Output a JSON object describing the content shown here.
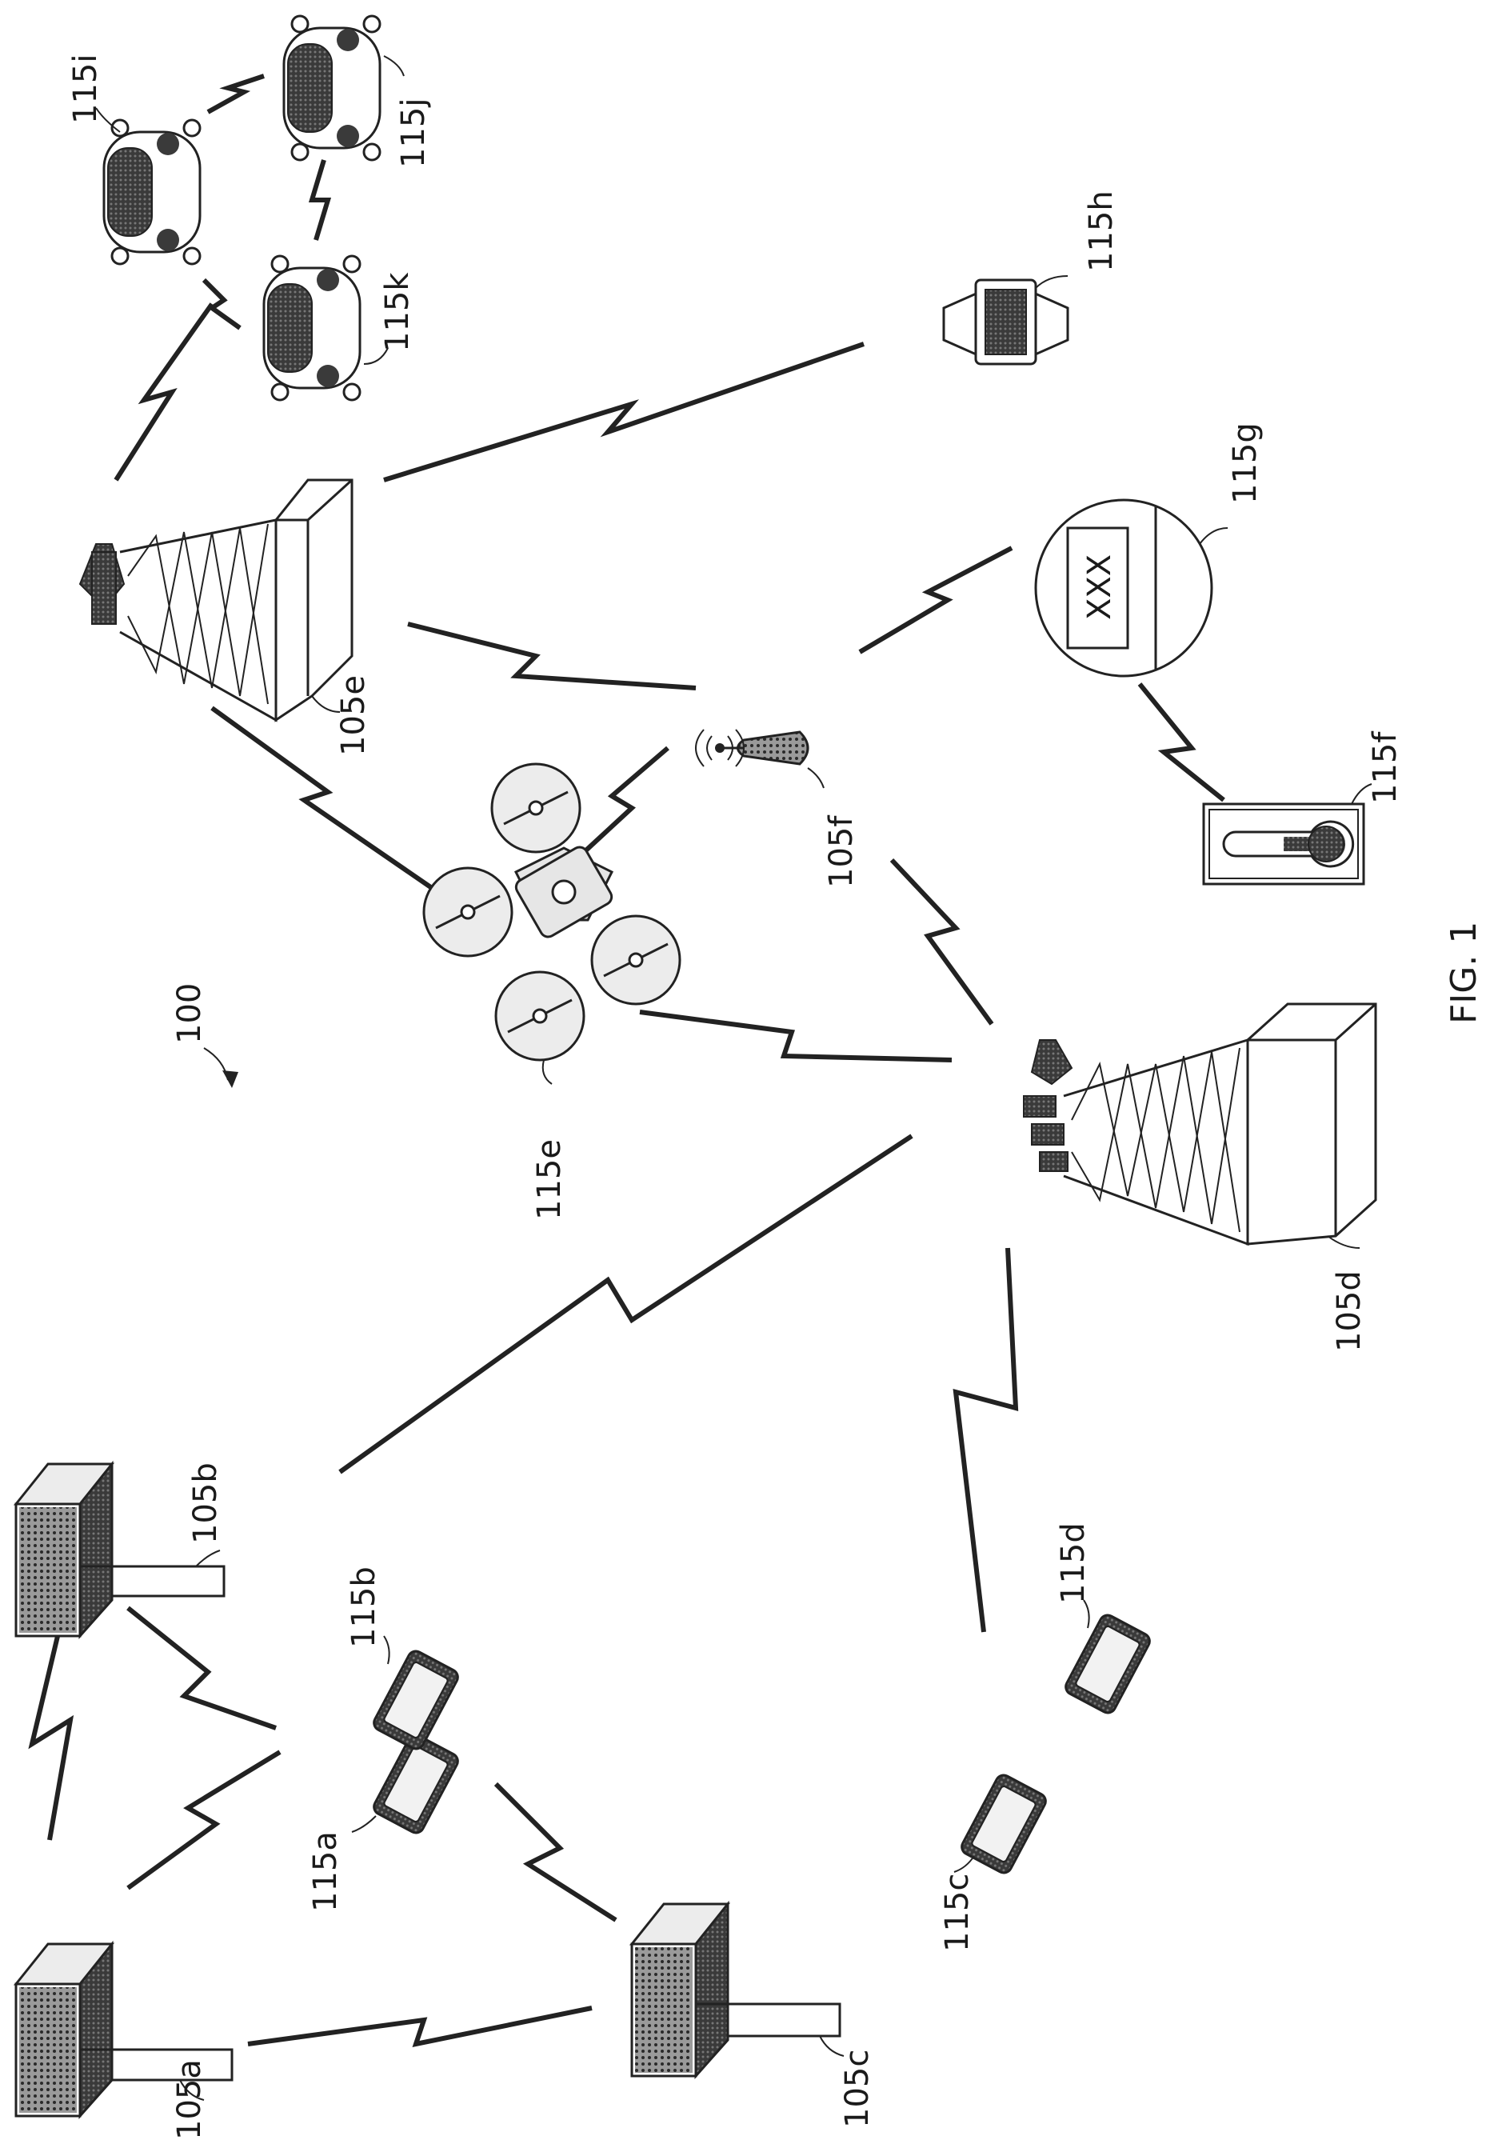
{
  "figure_label": "FIG. 1",
  "system_ref": "100",
  "nodes": {
    "base_105a": "105a",
    "base_105b": "105b",
    "base_105c": "105c",
    "base_105d": "105d",
    "base_105e": "105e",
    "base_105f": "105f",
    "ue_115a": "115a",
    "ue_115b": "115b",
    "ue_115c": "115c",
    "ue_115d": "115d",
    "ue_115e": "115e",
    "ue_115f": "115f",
    "ue_115g": "115g",
    "ue_115h": "115h",
    "ue_115i": "115i",
    "ue_115j": "115j",
    "ue_115k": "115k"
  },
  "meter_text": "XXX",
  "icons": {
    "base_small": "building-antenna-icon",
    "base_tower": "lattice-tower-icon",
    "small_cell": "small-cell-icon",
    "phone": "smartphone-icon",
    "drone": "drone-icon",
    "thermometer": "thermometer-icon",
    "meter": "meter-icon",
    "watch": "smartwatch-icon",
    "vehicle": "vehicle-icon",
    "link": "lightning-bolt-link-icon"
  }
}
